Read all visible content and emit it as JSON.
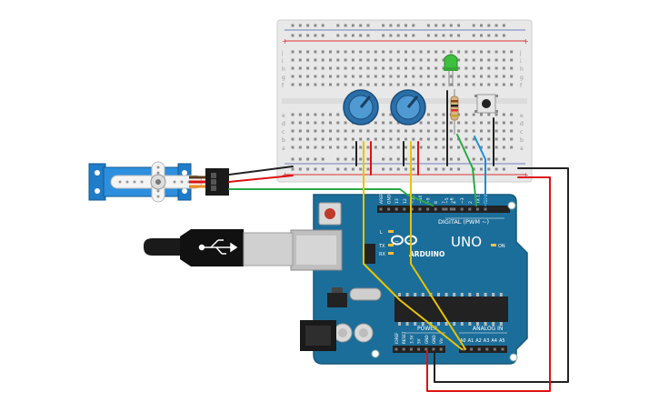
{
  "board": {
    "brand": "ARDUINO",
    "model": "UNO",
    "digital_header_label": "DIGITAL (PWM ~)",
    "power_label": "POWER",
    "analog_label": "ANALOG IN",
    "on_label": "ON",
    "tx_label": "TX",
    "rx_label": "RX",
    "l_label": "L",
    "digital_pins": [
      "AREF",
      "GND",
      "13",
      "12",
      "~11",
      "~10",
      "~9",
      "8",
      "7",
      "~6",
      "~5",
      "4",
      "~3",
      "2",
      "TX 1",
      "RX 0"
    ],
    "power_pins": [
      "IOREF",
      "RESET",
      "3.3V",
      "5V",
      "GND",
      "GND",
      "Vin"
    ],
    "analog_pins": [
      "A0",
      "A1",
      "A2",
      "A3",
      "A4",
      "A5"
    ]
  },
  "breadboard": {
    "row_letters_top": [
      "j",
      "i",
      "h",
      "g",
      "f"
    ],
    "row_letters_bottom": [
      "e",
      "d",
      "c",
      "b",
      "a"
    ],
    "rail_plus": "+",
    "rail_minus": "-",
    "column_count": 30
  },
  "colors": {
    "board_blue": "#1c6e9a",
    "breadboard": "#e6e6e6",
    "rail_red": "#d33",
    "wire_red": "#d11",
    "wire_black": "#222",
    "wire_yellow": "#e8c400",
    "wire_green": "#2da84a",
    "wire_blue": "#1b8fd6",
    "knob_blue": "#2b6fa8",
    "led_green": "#3fbf3f"
  }
}
